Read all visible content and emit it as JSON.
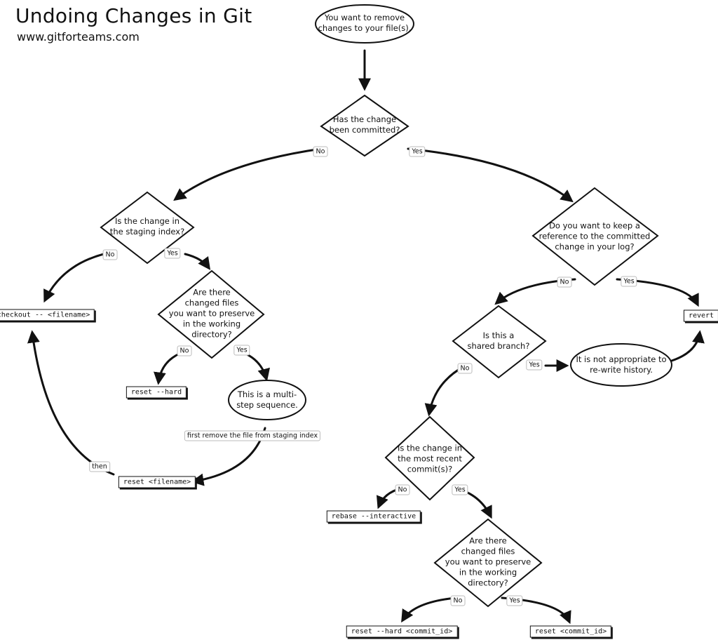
{
  "header": {
    "title": "Undoing Changes in Git",
    "subtitle": "www.gitforteams.com"
  },
  "nodes": {
    "start": "You want to remove\nchanges to your file(s).",
    "committed": "Has the change\nbeen committed?",
    "staging": "Is the change in\nthe staging index?",
    "preserve1": "Are there\nchanged files\nyou want to preserve\nin the working\ndirectory?",
    "multistep": "This is a multi-\nstep sequence.",
    "keep_ref": "Do you want to keep a\nreference to the committed\nchange in your log?",
    "shared": "Is this a\nshared branch?",
    "not_appropriate": "It is not appropriate to\nre-write history.",
    "recent": "Is the change in\nthe most recent\ncommit(s)?",
    "preserve2": "Are there\nchanged files\nyou want to preserve\nin the working\ndirectory?"
  },
  "commands": {
    "checkout": "checkout -- <filename>",
    "reset_hard": "reset --hard",
    "reset_file": "reset <filename>",
    "revert": "revert",
    "rebase": "rebase --interactive",
    "reset_hard_commit": "reset --hard <commit_id>",
    "reset_commit": "reset <commit_id>"
  },
  "edges": {
    "committed_no": "No",
    "committed_yes": "Yes",
    "staging_no": "No",
    "staging_yes": "Yes",
    "preserve1_no": "No",
    "preserve1_yes": "Yes",
    "first_remove": "first remove the file from staging index",
    "then": "then",
    "keep_no": "No",
    "keep_yes": "Yes",
    "shared_no": "No",
    "shared_yes": "Yes",
    "recent_no": "No",
    "recent_yes": "Yes",
    "preserve2_no": "No",
    "preserve2_yes": "Yes"
  }
}
